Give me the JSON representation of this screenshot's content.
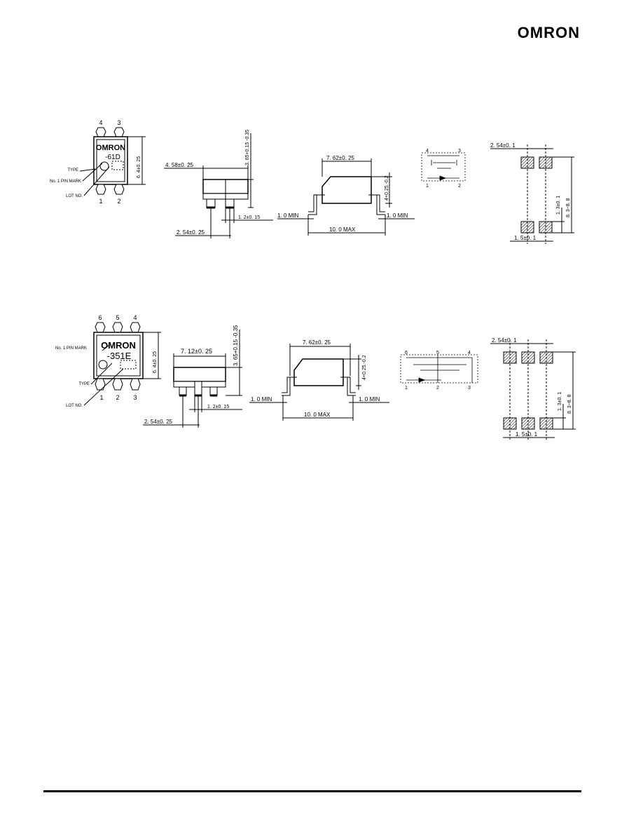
{
  "brand": {
    "logo": "OMRON"
  },
  "package_4pin": {
    "top_view": {
      "pin_top": [
        "4",
        "3"
      ],
      "pin_bottom": [
        "1",
        "2"
      ],
      "logo_text": "OMRON",
      "type_text": "-61D",
      "callouts": [
        "TYPE",
        "No. 1 PIN MARK",
        "LOT NO."
      ],
      "height_dim": "6. 4±0. 25"
    },
    "side_view": {
      "width_dim": "4. 58±0. 25",
      "height_dim": "3. 65+0.15 -0.35",
      "pitch_dim": "2. 54±0. 25",
      "lead_dim": "1. 2±0. 15"
    },
    "front_view": {
      "body_dim": "7. 62±0. 25",
      "height_dim": "4+0.25 -0.2",
      "lead_left": "1. 0 MIN",
      "lead_right": "1. 0 MIN",
      "overall_dim": "10. 0 MAX"
    },
    "schematic": {
      "pins": [
        "4",
        "3",
        "1",
        "2"
      ]
    },
    "footprint": {
      "pitch_dim": "2. 54±0. 1",
      "pad_dim": "1. 5±0. 1",
      "pad_height_dim": "1. 3±0. 1",
      "span_dim": "8. 3~8. 8"
    }
  },
  "package_6pin": {
    "top_view": {
      "pin_top": [
        "6",
        "5",
        "4"
      ],
      "pin_bottom": [
        "1",
        "2",
        "3"
      ],
      "logo_text": "OMRON",
      "type_text": "-351E",
      "callouts": [
        "No. 1 PIN MARK",
        "TYPE",
        "LOT NO."
      ],
      "height_dim": "6. 4±0. 25"
    },
    "side_view": {
      "width_dim": "7. 12±0. 25",
      "height_dim": "3. 65+0.15 -0.35",
      "pitch_dim": "2. 54±0. 25",
      "lead_dim": "1. 2±0. 15"
    },
    "front_view": {
      "body_dim": "7. 62±0. 25",
      "height_dim": "4+0.25 -0.2",
      "lead_left": "1. 0 MIN",
      "lead_right": "1. 0 MIN",
      "overall_dim": "10. 0 MAX"
    },
    "schematic": {
      "pins": [
        "6",
        "5",
        "4",
        "1",
        "2",
        "3"
      ]
    },
    "footprint": {
      "pitch_dim": "2. 54±0. 1",
      "pad_dim": "1. 5±0. 1",
      "pad_height_dim": "1. 3±0. 1",
      "span_dim": "8. 3~8. 8"
    }
  }
}
